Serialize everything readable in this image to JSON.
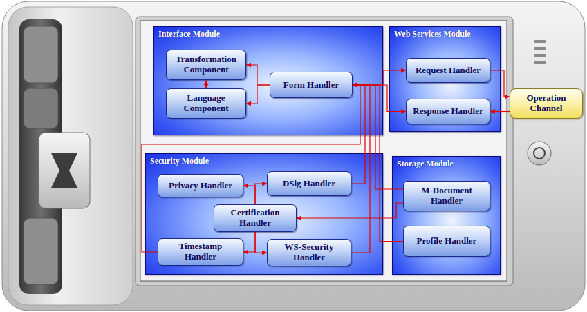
{
  "diagram": {
    "nodes": [
      {
        "text": [
          "Interface Module"
        ]
      },
      {
        "text": [
          "Transformation Component"
        ],
        "in": 0
      },
      {
        "text": [
          "Language Component"
        ],
        "in": 0
      },
      {
        "text": [
          "Form Handler"
        ],
        "in": 0
      },
      {
        "text": [
          "Web Services Module"
        ]
      },
      {
        "text": [
          "Request Handler"
        ],
        "in": 4
      },
      {
        "text": [
          "Response Handler"
        ],
        "in": 4
      },
      {
        "text": [
          "Operation Channel"
        ]
      },
      {
        "text": [
          "Security Module"
        ]
      },
      {
        "text": [
          "Privacy Handler"
        ],
        "in": 8
      },
      {
        "text": [
          "DSig Handler"
        ],
        "in": 8
      },
      {
        "text": [
          "Certification Handler"
        ],
        "in": 8
      },
      {
        "text": [
          "Timestamp Handler"
        ],
        "in": 8
      },
      {
        "text": [
          "WS-Security Handler"
        ],
        "in": 8
      },
      {
        "text": [
          "Storage Module"
        ]
      },
      {
        "text": [
          "M-Document Handler"
        ],
        "in": 14
      },
      {
        "text": [
          "Profile Handler"
        ],
        "in": 14
      }
    ],
    "edges": [
      {
        "from": 1,
        "to": 2,
        "arrow": "both"
      },
      {
        "from": 3,
        "to": 1,
        "arrow": "to"
      },
      {
        "from": 3,
        "to": 2,
        "arrow": "to"
      },
      {
        "from": 3,
        "to": 5,
        "arrow": "both"
      },
      {
        "from": 3,
        "to": 6,
        "arrow": "both"
      },
      {
        "from": 5,
        "to": 7,
        "arrow": "to"
      },
      {
        "from": 7,
        "to": 6,
        "arrow": "to"
      },
      {
        "from": 12,
        "to": 3,
        "arrow": "to"
      },
      {
        "from": 10,
        "to": 3,
        "arrow": "to"
      },
      {
        "from": 13,
        "to": 3,
        "arrow": "to"
      },
      {
        "from": 15,
        "to": 3,
        "arrow": "to"
      },
      {
        "from": 16,
        "to": 3,
        "arrow": "to"
      },
      {
        "from": 15,
        "to": 11,
        "arrow": "to"
      },
      {
        "from": 11,
        "to": 9,
        "arrow": "to"
      },
      {
        "from": 11,
        "to": 10,
        "arrow": "to"
      },
      {
        "from": 11,
        "to": 12,
        "arrow": "to"
      },
      {
        "from": 11,
        "to": 13,
        "arrow": "to"
      }
    ]
  }
}
